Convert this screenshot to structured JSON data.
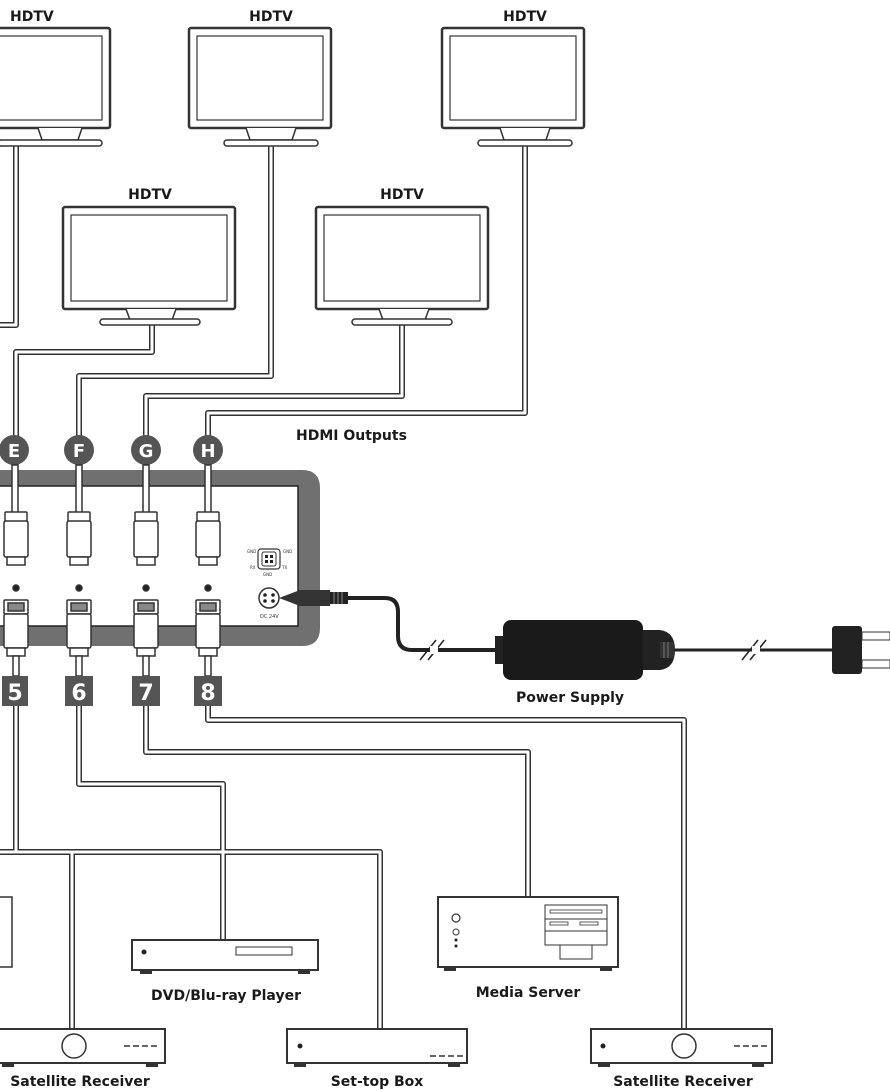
{
  "tv_label": "HDTV",
  "hdmi_outputs_label": "HDMI Outputs",
  "outputs": [
    "E",
    "F",
    "G",
    "H"
  ],
  "inputs": [
    "5",
    "6",
    "7",
    "8"
  ],
  "power_supply_label": "Power Supply",
  "dc_label": "DC 24V",
  "ir_labels": {
    "gnd_left": "GND",
    "gnd_right": "GND",
    "gnd_bottom": "GND",
    "rx": "RX",
    "tx": "TX"
  },
  "sources": {
    "dvd": "DVD/Blu-ray Player",
    "media_server": "Media Server",
    "sat_left": "Satellite Receiver",
    "set_top": "Set-top Box",
    "sat_right": "Satellite Receiver"
  },
  "colors": {
    "device_frame": "#707070",
    "badge": "#555555",
    "line": "#333333",
    "cable_fill": "#ffffff"
  }
}
